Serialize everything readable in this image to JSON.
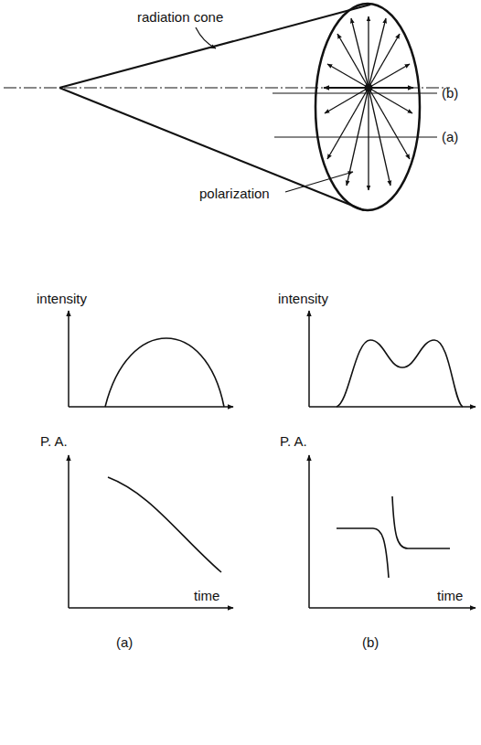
{
  "diagram": {
    "labels": [
      "radiation cone",
      "(b)",
      "(a)",
      "polarization",
      "intensity",
      "intensity",
      "P. A.",
      "P. A.",
      "time",
      "time",
      "(a)",
      "(b)"
    ]
  }
}
